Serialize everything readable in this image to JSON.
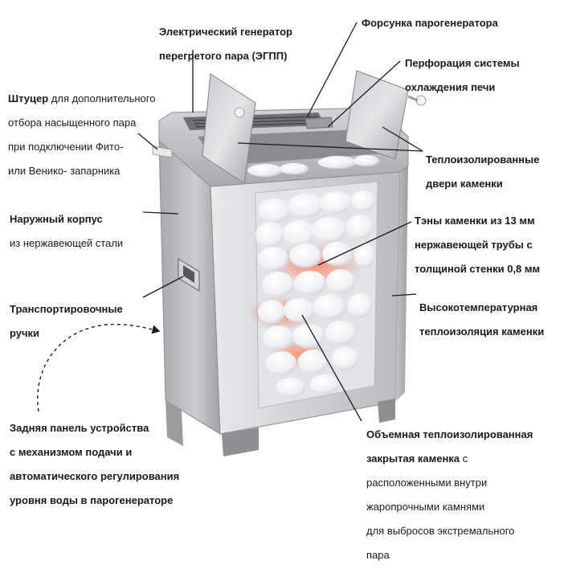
{
  "labels": {
    "generator": {
      "line1": "Электрический генератор",
      "line2": "перегретого пара (ЭГПП)"
    },
    "nozzle": {
      "text": "Форсунка парогенератора"
    },
    "perforation": {
      "line1": "Перфорация системы",
      "line2": "охлаждения печи"
    },
    "fitting": {
      "term": "Штуцер",
      "rest": " для дополнительного",
      "line2": "отбора насыщенного пара",
      "line3": "при подключении Фито-",
      "line4": "или Венико- запарника"
    },
    "doors": {
      "line1": "Теплоизолированные",
      "line2": "двери каменки"
    },
    "body": {
      "term": "Наружный корпус",
      "line2": "из нержавеющей стали"
    },
    "heaters": {
      "line1": "Тэны каменки из 13 мм",
      "line2": "нержавеющей трубы с",
      "line3": "толщиной стенки 0,8 мм"
    },
    "handles": {
      "line1": "Транспортировочные",
      "line2": "ручки"
    },
    "insulation": {
      "line1": "Высокотемпературная",
      "line2": "теплоизоляция каменки"
    },
    "back_panel": {
      "line1": "Задняя панель устройства",
      "line2": "с механизмом подачи и",
      "line3": "автоматического регулирования",
      "line4": "уровня воды в парогенераторе"
    },
    "chamber": {
      "line1": "Объемная теплоизолированная",
      "line2": "закрытая каменка",
      "line2b": " с",
      "line3": "расположенными внутри",
      "line4": "жаропрочными камнями",
      "line5": "для выбросов экстремального",
      "line6": "пара"
    }
  },
  "colors": {
    "steel_light": "#d9dadc",
    "steel_mid": "#b3b5b8",
    "steel_dark": "#8c8e92",
    "glow": "#e8684a",
    "stone": "#f4f4f6",
    "pointer": "#1a1a1a"
  }
}
